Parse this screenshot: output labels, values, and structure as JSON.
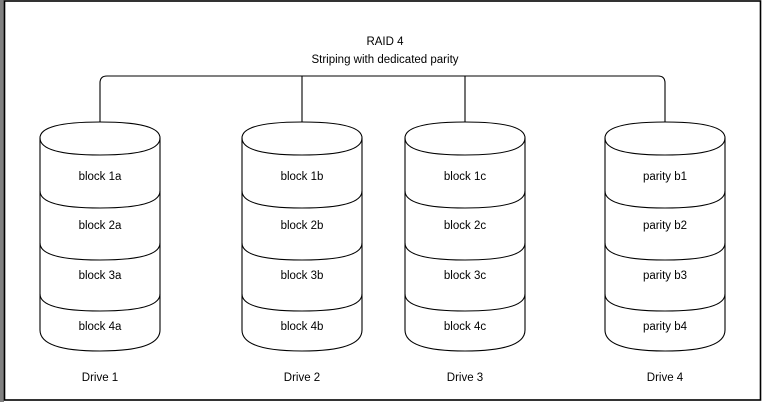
{
  "diagram": {
    "title": "RAID 4",
    "subtitle": "Striping with dedicated parity",
    "colors": {
      "stroke": "#000000",
      "background": "#ffffff",
      "frame_edge": "#808080"
    },
    "drives": [
      {
        "label": "Drive 1",
        "blocks": [
          "block 1a",
          "block 2a",
          "block 3a",
          "block 4a"
        ]
      },
      {
        "label": "Drive 2",
        "blocks": [
          "block 1b",
          "block 2b",
          "block 3b",
          "block 4b"
        ]
      },
      {
        "label": "Drive 3",
        "blocks": [
          "block 1c",
          "block 2c",
          "block 3c",
          "block 4c"
        ]
      },
      {
        "label": "Drive 4",
        "blocks": [
          "parity b1",
          "parity b2",
          "parity b3",
          "parity b4"
        ]
      }
    ]
  }
}
